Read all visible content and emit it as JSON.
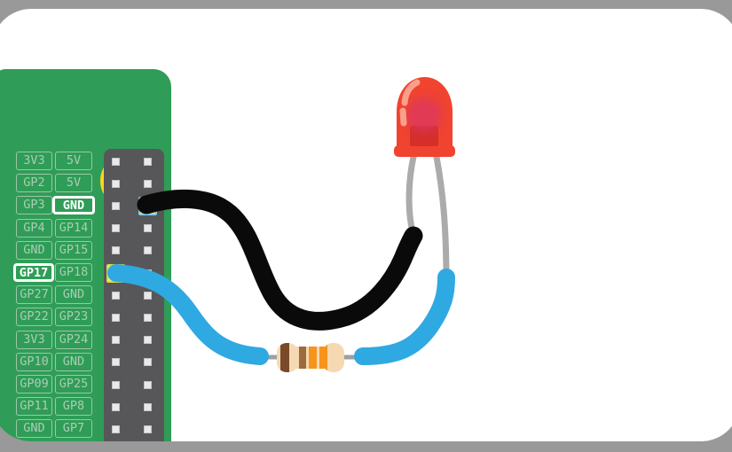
{
  "diagram": {
    "name": "raspberry-pi-led-wiring-diagram",
    "board": "Raspberry Pi GPIO header"
  },
  "colors": {
    "background_outside": "#2e7d36",
    "frame_border": "#999999",
    "card_background": "#ffffff",
    "board_green": "#2f9d57",
    "label_border": "#9cc6a7",
    "label_text": "#a9cdb3",
    "highlight_text": "#ffffff",
    "header_gray": "#57575a",
    "pin_hole": "#e9e9e9",
    "pin_highlight_fill": "#f4ec5d",
    "pin_highlight_gnd_border": "#7fccec",
    "pin_highlight_gp17_border": "#d9d94e",
    "mount_ring": "#fed41d",
    "wire_black": "#0a0a0a",
    "wire_blue": "#2fa9e1",
    "led_body": "#f04330",
    "led_glow": "#d6356e",
    "led_highlight": "#f9a58f",
    "led_leg": "#ababab",
    "resistor_body": "#f4d9b2",
    "resistor_band_1": "#7a4a2b",
    "resistor_band_2": "#9c6b3c",
    "resistor_band_3": "#f7941d",
    "resistor_band_4": "#f7941d",
    "resistor_lead": "#9f9f9f"
  },
  "gpio": {
    "rows": [
      {
        "left": "3V3",
        "right": "5V"
      },
      {
        "left": "GP2",
        "right": "5V"
      },
      {
        "left": "GP3",
        "right": "GND",
        "right_highlight": true
      },
      {
        "left": "GP4",
        "right": "GP14"
      },
      {
        "left": "GND",
        "right": "GP15"
      },
      {
        "left": "GP17",
        "right": "GP18",
        "left_highlight": true
      },
      {
        "left": "GP27",
        "right": "GND"
      },
      {
        "left": "GP22",
        "right": "GP23"
      },
      {
        "left": "3V3",
        "right": "GP24"
      },
      {
        "left": "GP10",
        "right": "GND"
      },
      {
        "left": "GP09",
        "right": "GP25"
      },
      {
        "left": "GP11",
        "right": "GP8"
      },
      {
        "left": "GND",
        "right": "GP7"
      }
    ],
    "highlighted_pins": [
      "GND",
      "GP17"
    ]
  },
  "components": [
    {
      "name": "red-led"
    },
    {
      "name": "resistor",
      "bands": [
        "brown",
        "brown",
        "orange",
        "orange"
      ]
    },
    {
      "name": "black-jumper-wire"
    },
    {
      "name": "blue-jumper-wire"
    }
  ]
}
